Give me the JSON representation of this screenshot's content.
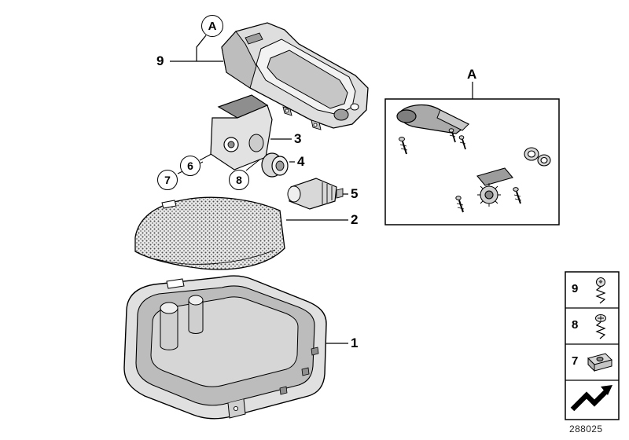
{
  "page": {
    "doc_number": "288025",
    "colors": {
      "line": "#000000",
      "background": "#ffffff",
      "fill_light": "#ececec",
      "fill_mid": "#cfcfcf",
      "fill_dark": "#8e8e8e"
    }
  },
  "callouts": {
    "detail_main": "A",
    "detail_box": "A",
    "part_1": "1",
    "part_2": "2",
    "part_3": "3",
    "part_4": "4",
    "part_5": "5",
    "part_6": "6",
    "part_7": "7",
    "part_8": "8",
    "part_9": "9"
  },
  "legend": {
    "rows": [
      {
        "label": "9",
        "icon": "torx-screw-icon"
      },
      {
        "label": "8",
        "icon": "oval-head-screw-icon"
      },
      {
        "label": "7",
        "icon": "clip-nut-icon"
      },
      {
        "label": "",
        "icon": "clip-direction-icon"
      }
    ]
  }
}
